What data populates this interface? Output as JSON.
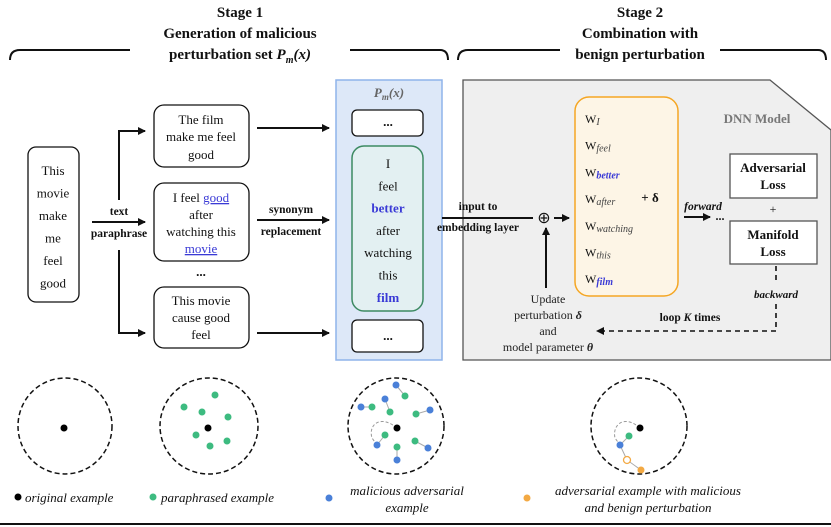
{
  "stage1": {
    "title": "Stage 1",
    "line2": "Generation of malicious",
    "line3": "perturbation set ",
    "set_symbol": "P",
    "set_sub": "m",
    "set_arg": "(x)"
  },
  "stage2": {
    "title": "Stage 2",
    "line2": "Combination with",
    "line3": "benign perturbation"
  },
  "original_sentence": [
    "This",
    "movie",
    "make",
    "me",
    "feel",
    "good"
  ],
  "paraphrase_label": {
    "line1": "text",
    "line2": "paraphrase"
  },
  "paraphrases": {
    "p1": [
      "The film",
      "make me feel",
      "good"
    ],
    "p2": {
      "prefix": "I feel ",
      "word1": "good",
      "line2": "after",
      "line3": "watching this",
      "word2": "movie"
    },
    "ellipsis": "...",
    "p3": [
      "This movie",
      "cause good",
      "feel"
    ]
  },
  "synonym_label": {
    "line1": "synonym",
    "line2": "replacement"
  },
  "pm_panel": {
    "title_symbol": "P",
    "title_sub": "m",
    "title_arg": "(x)",
    "top_ellipsis": "...",
    "bottom_ellipsis": "...",
    "words": [
      {
        "text": "I",
        "highlight": false
      },
      {
        "text": "feel",
        "highlight": false
      },
      {
        "text": "better",
        "highlight": true
      },
      {
        "text": "after",
        "highlight": false
      },
      {
        "text": "watching",
        "highlight": false
      },
      {
        "text": "this",
        "highlight": false
      },
      {
        "text": "film",
        "highlight": true
      }
    ]
  },
  "input_label": {
    "line1": "input to",
    "line2": "embedding layer"
  },
  "plus_symbol": "⊕",
  "dnn": {
    "title": "DNN Model",
    "embeddings": [
      {
        "w": "W",
        "sub": "I",
        "highlight": false
      },
      {
        "w": "W",
        "sub": "feel",
        "highlight": false
      },
      {
        "w": "W",
        "sub": "better",
        "highlight": true
      },
      {
        "w": "W",
        "sub": "after",
        "highlight": false
      },
      {
        "w": "W",
        "sub": "watching",
        "highlight": false
      },
      {
        "w": "W",
        "sub": "this",
        "highlight": false
      },
      {
        "w": "W",
        "sub": "film",
        "highlight": true
      }
    ],
    "plus_delta": "+ δ",
    "forward": "forward",
    "forward_ellipsis": "...",
    "adversarial_loss": [
      "Adversarial",
      "Loss"
    ],
    "plus": "+",
    "manifold_loss": [
      "Manifold",
      "Loss"
    ],
    "backward": "backward",
    "loop": {
      "prefix": "loop ",
      "k": "K",
      "suffix": " times"
    },
    "update": {
      "line1": "Update",
      "line2": "perturbation ",
      "delta": "δ",
      "line3": "and",
      "line4": "model parameter ",
      "theta": "θ"
    }
  },
  "legend": {
    "original": "original example",
    "paraphrased": "paraphrased example",
    "malicious": [
      "malicious adversarial",
      "example"
    ],
    "combined": [
      "adversarial example with malicious",
      "and benign perturbation"
    ]
  },
  "colors": {
    "highlight_blue": "#3a3ad6",
    "pm_panel_fill": "#dde8f8",
    "pm_panel_stroke": "#8fb4ea",
    "green_box_stroke": "#3d8a63",
    "orange_box_stroke": "#f5a623",
    "dnn_fill": "#efefef",
    "original_dot": "#000000",
    "paraphrased_dot": "#3dbb80",
    "malicious_dot": "#4a80d8",
    "combined_dot": "#f3a943"
  }
}
